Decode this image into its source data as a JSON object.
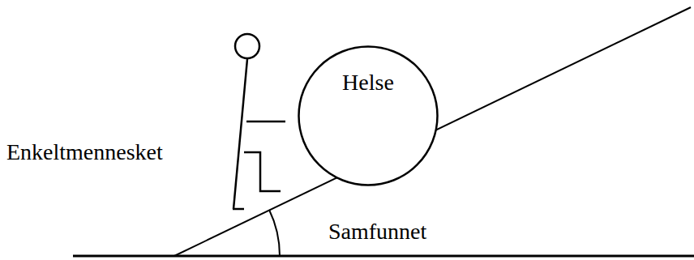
{
  "diagram": {
    "nodes": [
      {
        "text": [
          "Helse"
        ]
      }
    ],
    "labels": [
      "Enkeltmennesket",
      "Samfunnet"
    ]
  }
}
